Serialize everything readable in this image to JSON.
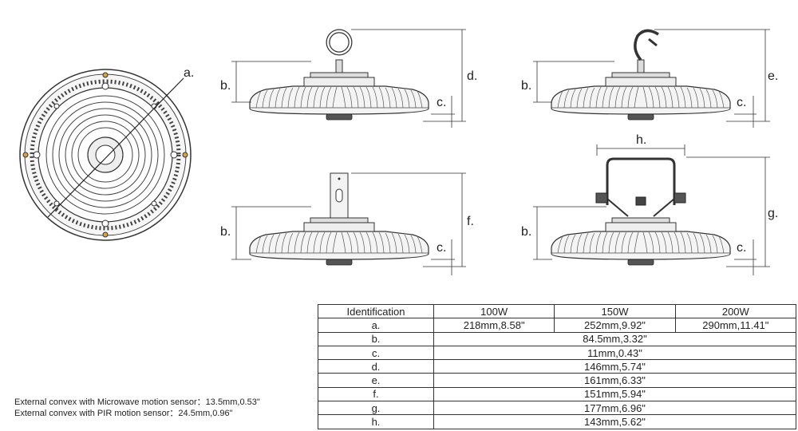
{
  "labels": {
    "a": "a.",
    "b": "b.",
    "c": "c.",
    "d": "d.",
    "e": "e.",
    "f": "f.",
    "g": "g.",
    "h": "h."
  },
  "notes": {
    "microwave": "External convex with Microwave motion sensor：13.5mm,0.53\"",
    "pir": "External convex with PIR motion sensor：24.5mm,0.96\""
  },
  "table": {
    "header": [
      "Identification",
      "100W",
      "150W",
      "200W"
    ],
    "row_a": {
      "id": "a.",
      "values": [
        "218mm,8.58\"",
        "252mm,9.92\"",
        "290mm,11.41\""
      ]
    },
    "rows": [
      {
        "id": "b.",
        "value": "84.5mm,3.32\""
      },
      {
        "id": "c.",
        "value": "11mm,0.43\""
      },
      {
        "id": "d.",
        "value": "146mm,5.74\""
      },
      {
        "id": "e.",
        "value": "161mm,6.33\""
      },
      {
        "id": "f.",
        "value": "151mm,5.94\""
      },
      {
        "id": "g.",
        "value": "177mm,6.96\""
      },
      {
        "id": "h.",
        "value": "143mm,5.62\""
      }
    ]
  }
}
